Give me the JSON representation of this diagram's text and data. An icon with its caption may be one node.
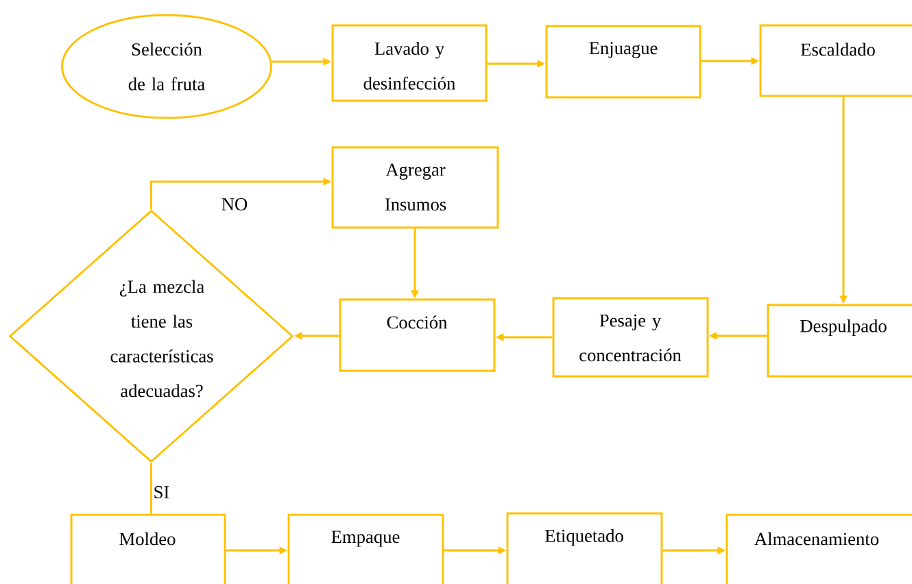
{
  "diagram": {
    "nodes": [
      {
        "text": [
          "Selección de la fruta"
        ]
      },
      {
        "text": [
          "Lavado y desinfección"
        ]
      },
      {
        "text": [
          "Enjuague"
        ]
      },
      {
        "text": [
          "Escaldado"
        ]
      },
      {
        "text": [
          "Agregar Insumos"
        ]
      },
      {
        "text": [
          "¿La mezcla tiene las características adecuadas?"
        ]
      },
      {
        "text": [
          "Cocción"
        ]
      },
      {
        "text": [
          "Pesaje y concentración"
        ]
      },
      {
        "text": [
          "Despulpado"
        ]
      },
      {
        "text": [
          "Moldeo"
        ]
      },
      {
        "text": [
          "Empaque"
        ]
      },
      {
        "text": [
          "Etiquetado"
        ]
      },
      {
        "text": [
          "Almacenamiento"
        ]
      }
    ],
    "edges": [
      {
        "from": 0,
        "to": 1,
        "arrow": "to"
      },
      {
        "from": 1,
        "to": 2,
        "arrow": "to"
      },
      {
        "from": 2,
        "to": 3,
        "arrow": "to"
      },
      {
        "from": 3,
        "to": 8,
        "arrow": "to"
      },
      {
        "from": 8,
        "to": 7,
        "arrow": "to"
      },
      {
        "from": 7,
        "to": 6,
        "arrow": "to"
      },
      {
        "from": 4,
        "to": 6,
        "arrow": "to"
      },
      {
        "from": 6,
        "to": 5,
        "arrow": "to"
      },
      {
        "from": 5,
        "to": 4,
        "arrow": "to",
        "label": "NO"
      },
      {
        "from": 5,
        "to": 9,
        "arrow": "none",
        "label": "SI"
      },
      {
        "from": 9,
        "to": 10,
        "arrow": "to"
      },
      {
        "from": 10,
        "to": 11,
        "arrow": "to"
      },
      {
        "from": 11,
        "to": 12,
        "arrow": "to"
      }
    ]
  }
}
